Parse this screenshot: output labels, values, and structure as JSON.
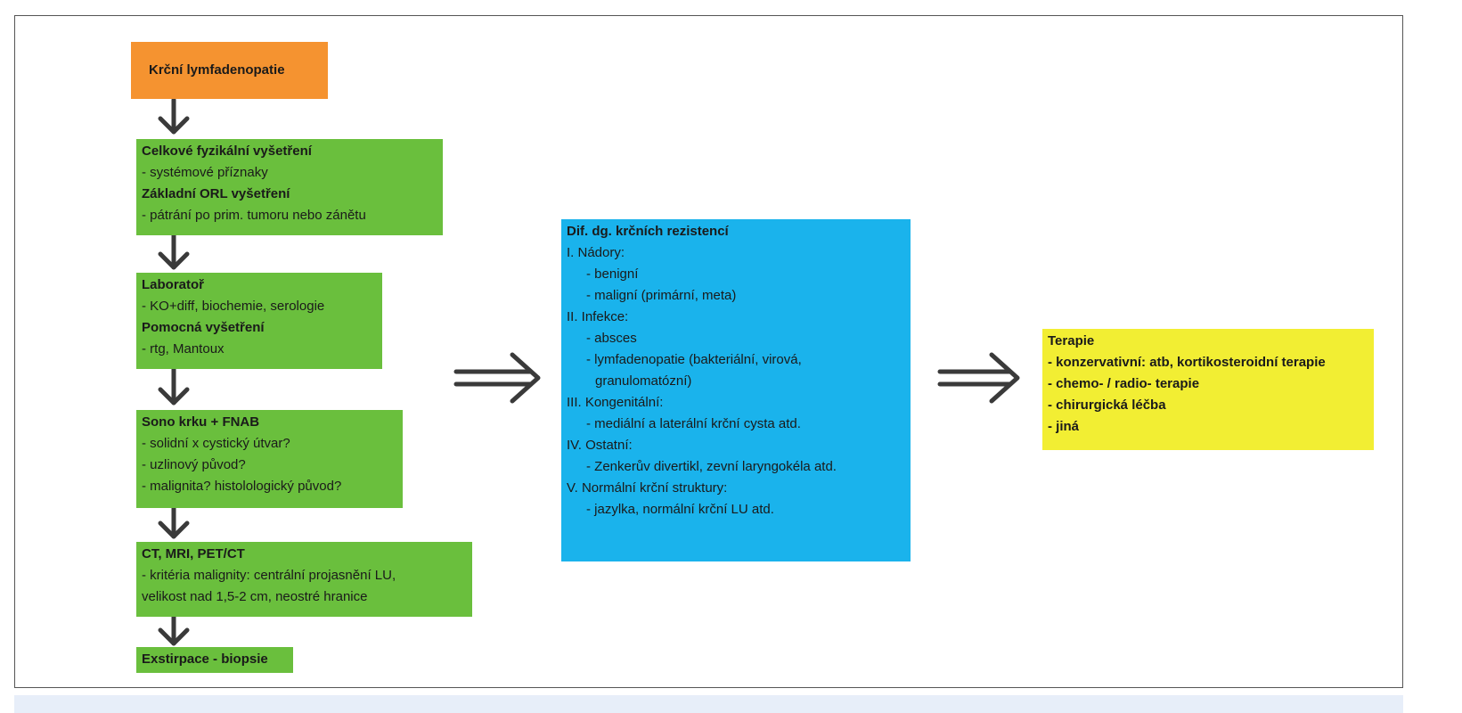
{
  "title": "Krční lymfadenopatie",
  "steps": [
    {
      "id": "exam",
      "lines": [
        {
          "text": "Celkové fyzikální vyšetření",
          "bold": true
        },
        {
          "text": "- systémové příznaky",
          "bold": false
        },
        {
          "text": "Základní ORL vyšetření",
          "bold": true
        },
        {
          "text": "- pátrání po prim. tumoru nebo zánětu",
          "bold": false
        }
      ]
    },
    {
      "id": "lab",
      "lines": [
        {
          "text": "Laboratoř",
          "bold": true
        },
        {
          "text": "- KO+diff, biochemie, serologie",
          "bold": false
        },
        {
          "text": "Pomocná vyšetření",
          "bold": true
        },
        {
          "text": "- rtg, Mantoux",
          "bold": false
        }
      ]
    },
    {
      "id": "sono",
      "lines": [
        {
          "text": "Sono krku + FNAB",
          "bold": true
        },
        {
          "text": "- solidní x cystický útvar?",
          "bold": false
        },
        {
          "text": "- uzlinový původ?",
          "bold": false
        },
        {
          "text": "- malignita? histolologický původ?",
          "bold": false
        }
      ]
    },
    {
      "id": "ct",
      "lines": [
        {
          "text": "CT, MRI, PET/CT",
          "bold": true
        },
        {
          "text": "- kritéria malignity: centrální projasnění LU,",
          "bold": false
        },
        {
          "text": "velikost nad 1,5-2 cm, neostré hranice",
          "bold": false
        }
      ]
    }
  ],
  "final_step": "Exstirpace - biopsie",
  "differential": {
    "heading": "Dif. dg. krčních rezistencí",
    "lines": [
      {
        "text": "I. Nádory:",
        "level": 0
      },
      {
        "text": "- benigní",
        "level": 1
      },
      {
        "text": "- maligní  (primární, meta)",
        "level": 1
      },
      {
        "text": "II. Infekce:",
        "level": 0
      },
      {
        "text": "- absces",
        "level": 1
      },
      {
        "text": "- lymfadenopatie (bakteriální, virová,",
        "level": 1
      },
      {
        "text": "granulomatózní)",
        "level": 2
      },
      {
        "text": "III. Kongenitální:",
        "level": 0
      },
      {
        "text": "- mediální a laterální krční cysta atd.",
        "level": 1
      },
      {
        "text": "IV. Ostatní:",
        "level": 0
      },
      {
        "text": "- Zenkerův divertikl, zevní laryngokéla atd.",
        "level": 1
      },
      {
        "text": "V. Normální krční struktury:",
        "level": 0
      },
      {
        "text": "- jazylka, normální krční LU atd.",
        "level": 1
      }
    ]
  },
  "therapy": {
    "heading": "Terapie",
    "items": [
      "- konzervativní: atb, kortikosteroidní terapie",
      "- chemo- / radio- terapie",
      "- chirurgická léčba",
      "- jiná"
    ]
  },
  "colors": {
    "title_box": "#f59330",
    "steps": "#6abf3d",
    "differential": "#1ab3ec",
    "therapy": "#f2ee33",
    "arrows": "#3a3a3a"
  }
}
